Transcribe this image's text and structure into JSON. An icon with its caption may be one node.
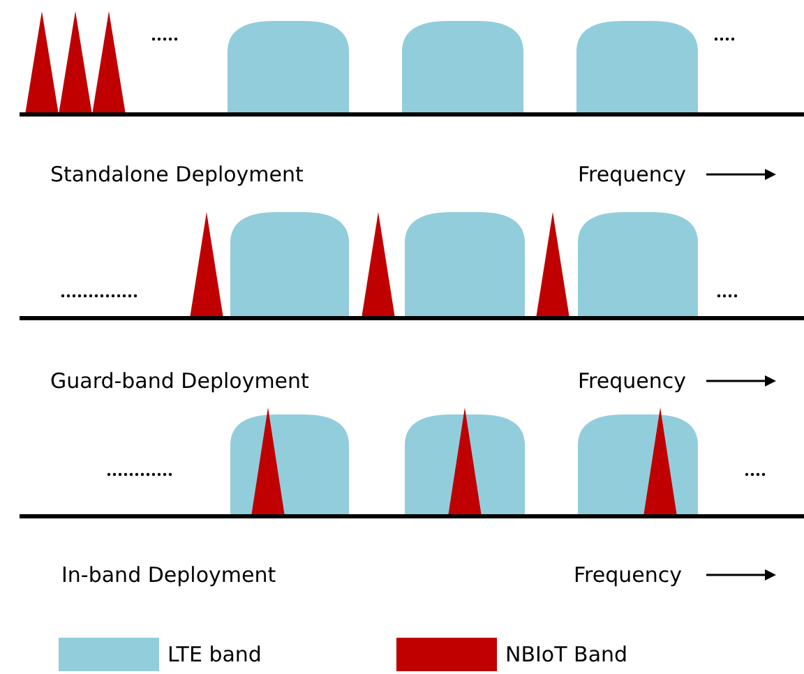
{
  "diagram": {
    "labels": [
      "Standalone Deployment",
      "Frequency",
      "Guard-band Deployment",
      "Frequency",
      "In-band Deployment",
      "Frequency"
    ],
    "legend": [
      {
        "text": "LTE band",
        "color": "#92cddc"
      },
      {
        "text": "NBIoT Band",
        "color": "#c00000"
      }
    ]
  }
}
